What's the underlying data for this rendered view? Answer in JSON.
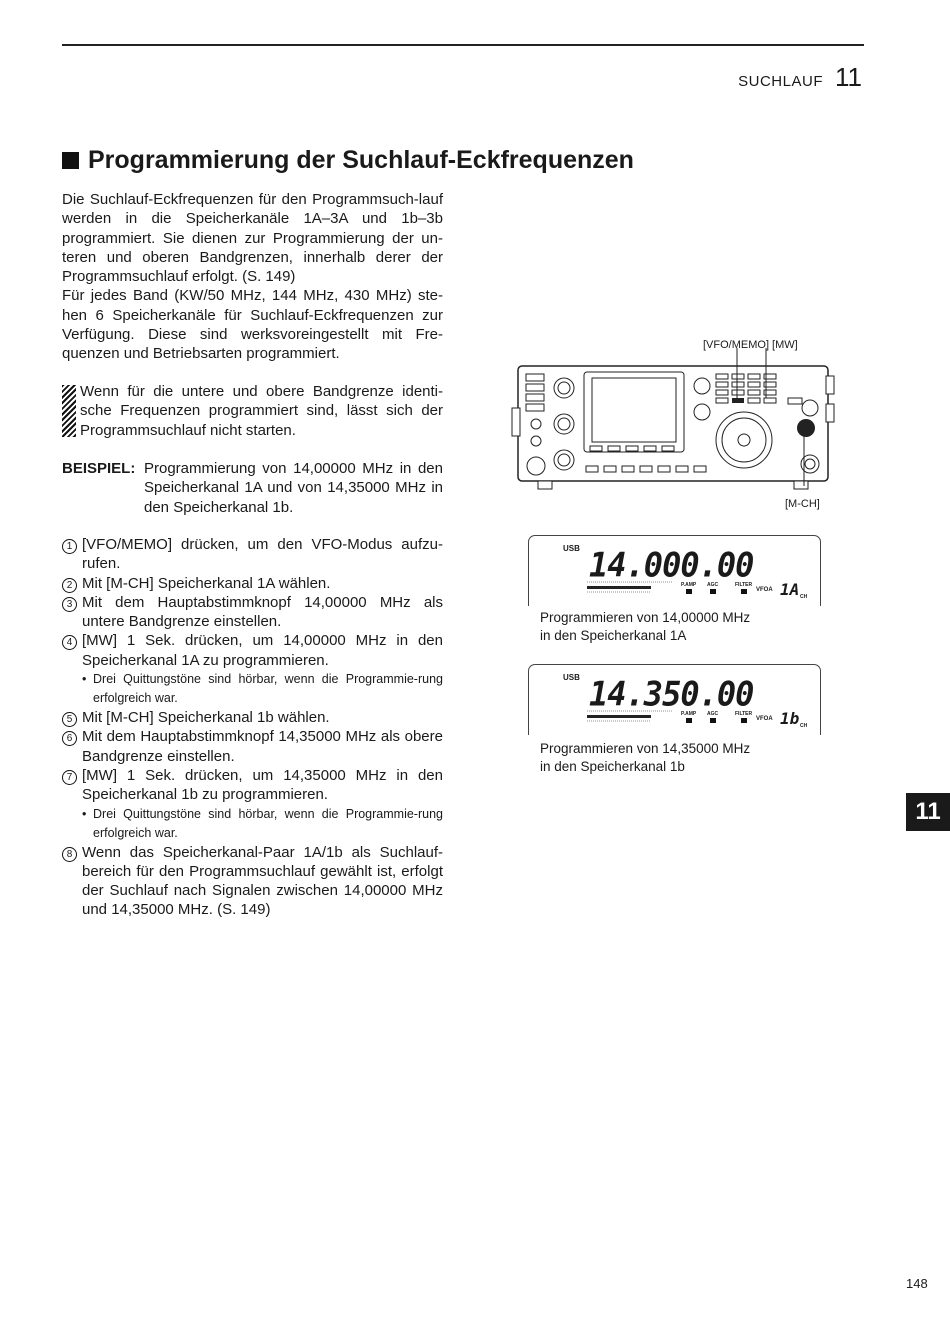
{
  "header": {
    "section": "SUCHLAUF",
    "chapter": "11"
  },
  "title": "Programmierung der Suchlauf-Eckfrequenzen",
  "intro": [
    "Die Suchlauf-Eckfrequenzen für den Programmsuch-lauf werden in die Speicherkanäle 1A–3A und 1b–3b programmiert. Sie dienen zur Programmierung der un-teren und oberen Bandgrenzen, innerhalb derer der Programmsuchlauf erfolgt. (S. 149)",
    "Für jedes Band (KW/50 MHz, 144 MHz, 430 MHz) ste-hen 6 Speicherkanäle für Suchlauf-Eckfrequenzen zur Verfügung. Diese sind werksvoreingestellt mit Fre-quenzen und Betriebsarten programmiert."
  ],
  "note": "Wenn für die untere und obere Bandgrenze identi-sche Frequenzen programmiert sind, lässt sich der Programmsuchlauf nicht starten.",
  "example": {
    "label": "BEISPIEL:",
    "text": "Programmierung von 14,00000 MHz in den Speicherkanal 1A und von 14,35000 MHz in den Speicherkanal 1b."
  },
  "steps": [
    {
      "n": "1",
      "text": "[VFO/MEMO] drücken, um den VFO-Modus aufzu-rufen."
    },
    {
      "n": "2",
      "text": "Mit [M-CH] Speicherkanal 1A wählen."
    },
    {
      "n": "3",
      "text": "Mit dem Hauptabstimmknopf 14,00000 MHz als untere Bandgrenze einstellen."
    },
    {
      "n": "4",
      "text": "[MW] 1 Sek. drücken, um 14,00000 MHz in den Speicherkanal 1A zu programmieren.",
      "sub": "Drei Quittungstöne sind hörbar, wenn die Programmie-rung erfolgreich war."
    },
    {
      "n": "5",
      "text": "Mit [M-CH] Speicherkanal 1b wählen."
    },
    {
      "n": "6",
      "text": "Mit dem Hauptabstimmknopf 14,35000 MHz als obere Bandgrenze einstellen."
    },
    {
      "n": "7",
      "text": "[MW] 1 Sek. drücken, um 14,35000 MHz in den Speicherkanal 1b zu programmieren.",
      "sub": "Drei Quittungstöne sind hörbar, wenn die Programmie-rung erfolgreich war."
    },
    {
      "n": "8",
      "text": "Wenn das Speicherkanal-Paar 1A/1b als Suchlauf-bereich für den Programmsuchlauf gewählt ist, erfolgt der Suchlauf nach Signalen zwischen 14,00000 MHz und 14,35000 MHz. (S. 149)"
    }
  ],
  "radio": {
    "label_top": "[VFO/MEMO]  [MW]",
    "label_bottom": "[M-CH]"
  },
  "lcd1": {
    "mode": "USB",
    "freq": "14.000.00",
    "vfo": "VFOA",
    "ch": "1A",
    "ch_label": "CH",
    "caption1": "Programmieren von 14,00000 MHz",
    "caption2": "in den Speicherkanal 1A"
  },
  "lcd2": {
    "mode": "USB",
    "freq": "14.350.00",
    "vfo": "VFOA",
    "ch": "1b",
    "ch_label": "CH",
    "caption1": "Programmieren von 14,35000 MHz",
    "caption2": "in den Speicherkanal 1b"
  },
  "lcd_labels": {
    "pamp": "P.AMP",
    "agc": "AGC",
    "filter": "FILTER"
  },
  "tab": "11",
  "page_number": "148"
}
